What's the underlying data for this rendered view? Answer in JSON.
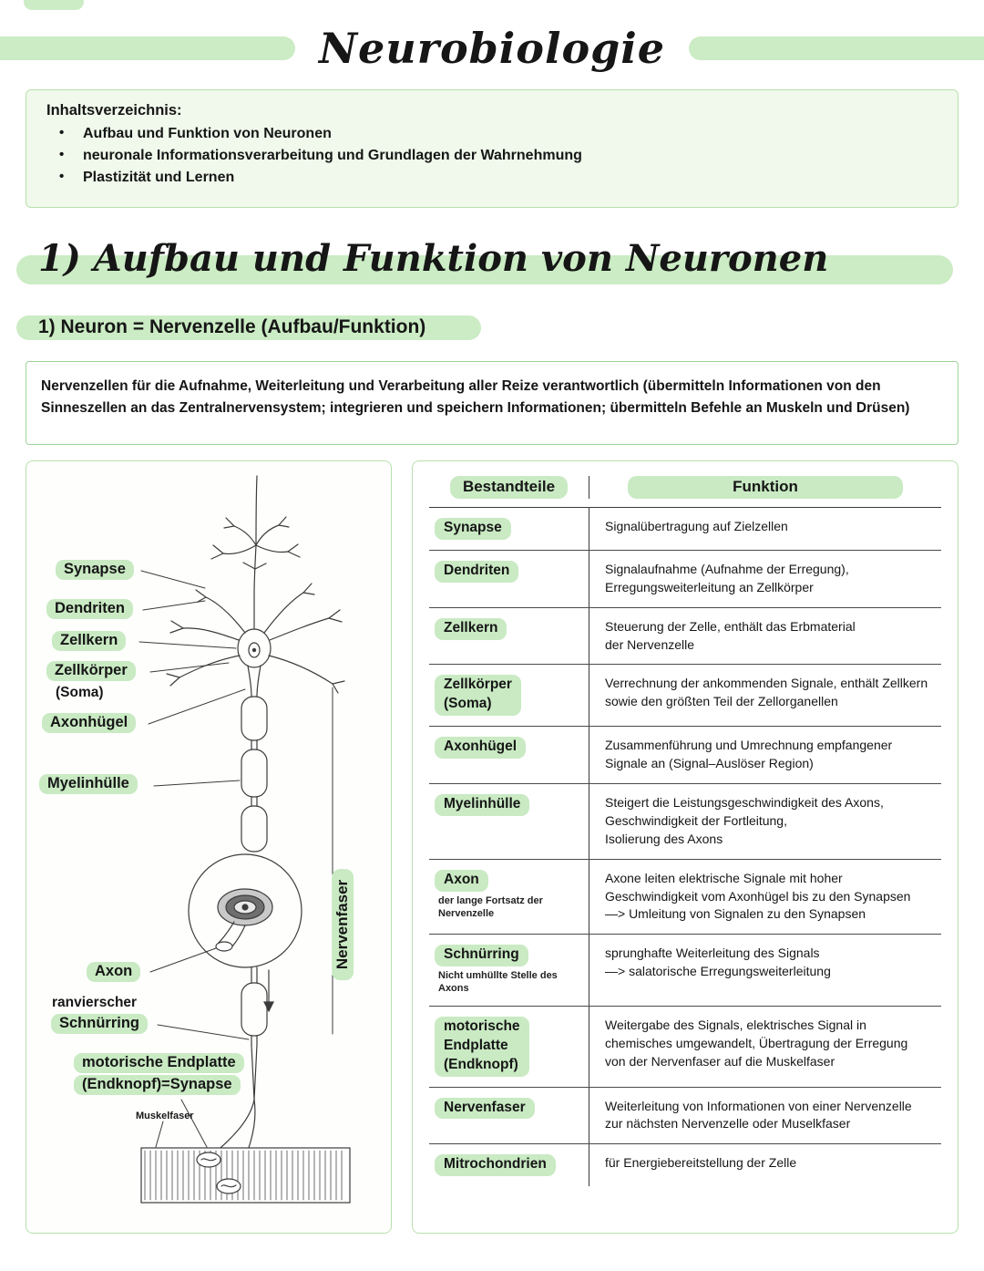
{
  "page": {
    "title": "Neurobiologie"
  },
  "toc": {
    "heading": "Inhaltsverzeichnis:",
    "items": [
      "Aufbau und Funktion von Neuronen",
      "neuronale Informationsverarbeitung und Grundlagen der Wahrnehmung",
      "Plastizität und Lernen"
    ]
  },
  "section": {
    "title": "1) Aufbau und Funktion von Neuronen",
    "subtitle": "1) Neuron = Nervenzelle (Aufbau/Funktion)",
    "intro": "Nervenzellen für die Aufnahme, Weiterleitung und Verarbeitung aller Reize verantwortlich (übermitteln Informationen von den\nSinneszellen an das Zentralnervensystem;  integrieren und speichern Informationen;  übermitteln Befehle an Muskeln und Drüsen)"
  },
  "diagram": {
    "labels": {
      "synapse": "Synapse",
      "dendriten": "Dendriten",
      "zellkern": "Zellkern",
      "zellkoerper": "Zellkörper",
      "soma": "(Soma)",
      "axonhuegel": "Axonhügel",
      "myelinhuelle": "Myelinhülle",
      "axon": "Axon",
      "ranvierscher": "ranvierscher",
      "schnuerring": "Schnürring",
      "endplatte_line1": "motorische Endplatte",
      "endplatte_line2": "(Endknopf)=Synapse",
      "muskelfaser": "Muskelfaser",
      "nervenfaser": "Nervenfaser"
    }
  },
  "table": {
    "headers": [
      "Bestandteile",
      "Funktion"
    ],
    "rows": [
      {
        "term": "Synapse",
        "sub": "",
        "desc": "Signalübertragung auf Zielzellen"
      },
      {
        "term": "Dendriten",
        "sub": "",
        "desc": "Signalaufnahme (Aufnahme der Erregung),\nErregungsweiterleitung an Zellkörper"
      },
      {
        "term": "Zellkern",
        "sub": "",
        "desc": "Steuerung der Zelle, enthält das Erbmaterial\nder Nervenzelle"
      },
      {
        "term": "Zellkörper\n(Soma)",
        "sub": "",
        "desc": "Verrechnung der ankommenden Signale, enthält Zellkern\nsowie den größten Teil der Zellorganellen"
      },
      {
        "term": "Axonhügel",
        "sub": "",
        "desc": "Zusammenführung und Umrechnung empfangener\nSignale an (Signal–Auslöser Region)"
      },
      {
        "term": "Myelinhülle",
        "sub": "",
        "desc": "Steigert die Leistungsgeschwindigkeit des Axons,\nGeschwindigkeit der Fortleitung,\nIsolierung des Axons"
      },
      {
        "term": "Axon",
        "sub": "der lange Fortsatz der\nNervenzelle",
        "desc": "Axone leiten elektrische Signale mit hoher\nGeschwindigkeit vom Axonhügel bis zu den Synapsen\n—> Umleitung von Signalen zu den Synapsen"
      },
      {
        "term": "Schnürring",
        "sub": "Nicht umhüllte Stelle des\nAxons",
        "desc": "sprunghafte Weiterleitung des Signals\n—> salatorische Erregungsweiterleitung"
      },
      {
        "term": "motorische\nEndplatte\n(Endknopf)",
        "sub": "",
        "desc": "Weitergabe des Signals, elektrisches Signal in\nchemisches umgewandelt, Übertragung der Erregung\nvon der Nervenfaser auf die Muskelfaser"
      },
      {
        "term": "Nervenfaser",
        "sub": "",
        "desc": "Weiterleitung von Informationen von einer Nervenzelle\nzur nächsten Nervenzelle oder Muselkfaser"
      },
      {
        "term": "Mitrochondrien",
        "sub": "",
        "desc": "für Energiebereitstellung der Zelle"
      }
    ]
  }
}
